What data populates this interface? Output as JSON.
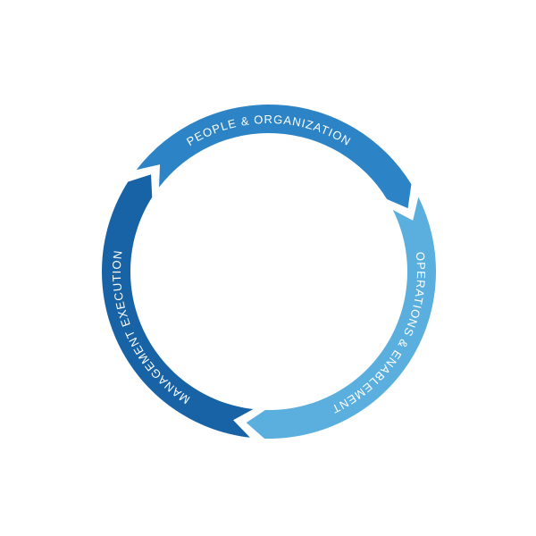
{
  "diagram": {
    "type": "cycle",
    "segments": [
      {
        "label": "PEOPLE & ORGANIZATION",
        "color": "#2c83c6"
      },
      {
        "label": "OPERATIONS & ENABLEMENT",
        "color": "#5aafdf"
      },
      {
        "label": "MANAGEMENT EXECUTION",
        "color": "#1763a6"
      }
    ]
  }
}
